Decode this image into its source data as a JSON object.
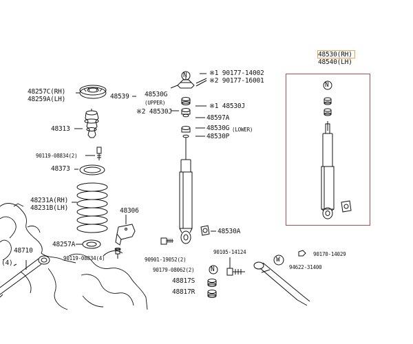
{
  "colors": {
    "highlight": "#e53b3b",
    "part_highlight": "#f2a44a",
    "ink": "#111111"
  },
  "labels": {
    "l48530rh": "48530(RH)",
    "l48540lh": "48540(LH)",
    "l48257c": "48257C(RH)",
    "l48259a": "48259A(LH)",
    "l48539": "48539",
    "l48530g": "48530G",
    "l_upper": "(UPPER)",
    "l48530j_2": "※2 48530J",
    "l_ref1": "※1 90177-14002",
    "l_ref2": "※2 90177-16001",
    "l48530j_1": "※1 48530J",
    "l48597a": "48597A",
    "l48530g_lower": "48530G",
    "l_lower": "(LOWER)",
    "l48530p": "48530P",
    "l48313": "48313",
    "l90119a": "90119-08834(2)",
    "l48373": "48373",
    "l48231a": "48231A(RH)",
    "l48231b": "48231B(LH)",
    "l48306": "48306",
    "l48530a": "48530A",
    "l48710": "48710",
    "l48257a": "48257A",
    "l90119b": "90119-08834(4)",
    "l90901": "90901-19052(2)",
    "l90179": "90179-08062(2)",
    "l90105": "90105-14124",
    "l90170": "90170-14029",
    "l94622": "94622-31400",
    "l48817s": "48817S",
    "l48817r": "48817R",
    "l4": "(4)"
  },
  "markers": {
    "n": "N",
    "w": "W"
  }
}
